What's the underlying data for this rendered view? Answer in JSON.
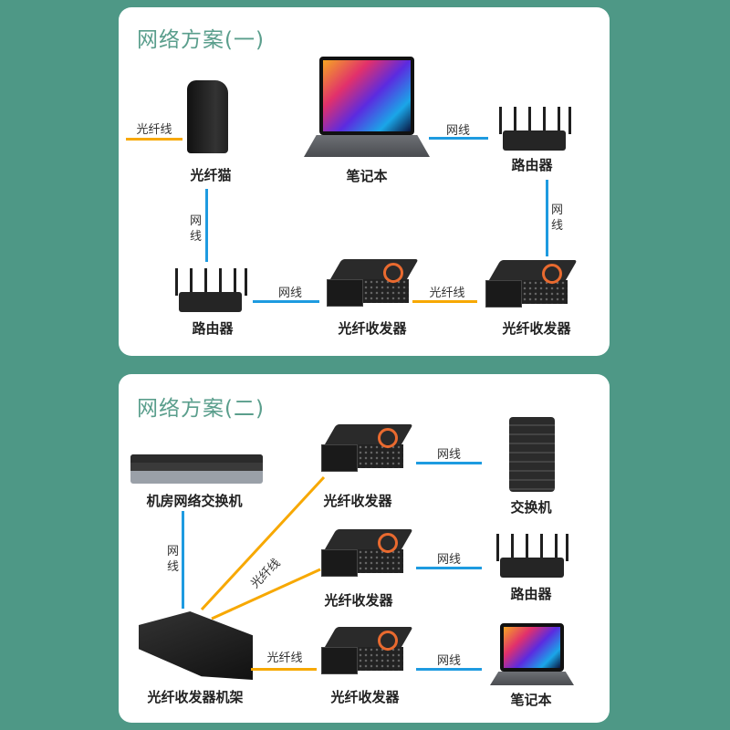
{
  "scheme1": {
    "title": "网络方案(一)",
    "devices": {
      "modem": "光纤猫",
      "laptop": "笔记本",
      "router_right": "路由器",
      "router_left": "路由器",
      "transceiver_a": "光纤收发器",
      "transceiver_b": "光纤收发器"
    },
    "cables": {
      "fiber_in": "光纤线",
      "laptop_router": "网线",
      "router_transceiver": "网线",
      "modem_router": "网线",
      "router_transceiver_a": "网线",
      "transceiver_link": "光纤线"
    }
  },
  "scheme2": {
    "title": "网络方案(二)",
    "devices": {
      "core_switch": "机房网络交换机",
      "rack": "光纤收发器机架",
      "transceiver_1": "光纤收发器",
      "transceiver_2": "光纤收发器",
      "transceiver_3": "光纤收发器",
      "switch": "交换机",
      "router": "路由器",
      "laptop": "笔记本"
    },
    "cables": {
      "switch_rack": "网线",
      "fiber_diag": "光纤线",
      "fiber_bottom": "光纤线",
      "t1_switch": "网线",
      "t2_router": "网线",
      "t3_laptop": "网线"
    }
  },
  "colors": {
    "background": "#4e9886",
    "title": "#5a9e8c",
    "network_cable": "#1e9be0",
    "fiber_cable": "#f7a800"
  }
}
